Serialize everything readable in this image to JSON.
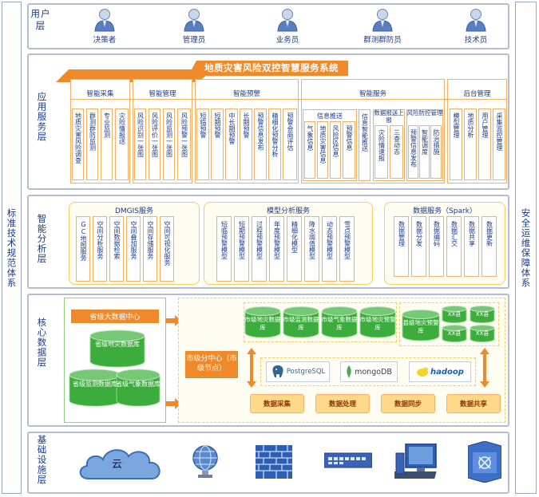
{
  "sides": {
    "left": "标准技术规范体系",
    "right": "安全运维保障体系"
  },
  "layers": {
    "user": "用户层",
    "application": "应用服务层",
    "analysis": "智能分析层",
    "core": "核心数据层",
    "infra": "基础设施层"
  },
  "users": [
    "决策者",
    "管理员",
    "业务员",
    "群测群防员",
    "技术员"
  ],
  "app": {
    "title": "地质灾害风险双控智慧服务系统",
    "groups": {
      "collect": "智能采集",
      "manage": "智能管理",
      "warn": "智能预警",
      "service": "智能服务",
      "backend": "后台管理",
      "info_push": "信息推送",
      "data_exchange": "数据报送上报",
      "risk_prevent": "风险防控管理"
    },
    "items": {
      "collect": [
        "地质灾害风险调查",
        "群测群防监测",
        "专业监测",
        "灾险情报送"
      ],
      "manage": [
        "风险识别一张图",
        "风险评价一张图",
        "风险监测一张图",
        "风险预警一张图"
      ],
      "warn": [
        "短临预警",
        "短期预警",
        "中长期预警",
        "长期预警",
        "预警信息发布",
        "精细化预警分析",
        "预警会商评估"
      ],
      "push": [
        "气象信息",
        "地质灾害信息",
        "风险区信息",
        "预警信息",
        "信息智能推送"
      ],
      "exchange": [
        "灾险情速报",
        "三查动态"
      ],
      "risk": [
        "预警信息发布",
        "智能调度",
        "防治措施"
      ],
      "backend": [
        "模型管理",
        "地质分析",
        "用户管理",
        "采集监控管理"
      ]
    }
  },
  "analysis": {
    "dmgis": {
      "title": "DMGIS服务",
      "items": [
        "GC地图服务",
        "空间分析服务",
        "空间数据检索",
        "空间叠加服务",
        "空间存储服务",
        "空间可视化服务"
      ]
    },
    "model": {
      "title": "模型分析服务",
      "items": [
        "短临预警模型",
        "短期预警模型",
        "过程预警模型",
        "年度预警模型",
        "精细化模型",
        "降水阈值模型",
        "动态预警模型",
        "雪点预警模型"
      ]
    },
    "data": {
      "title": "数据服务（Spark）",
      "items": [
        "数据管理",
        "数据分发",
        "数据编码",
        "数据汇交",
        "数据共享",
        "数据更新"
      ]
    }
  },
  "core": {
    "province_center": "省级大数据中心",
    "province_dbs": [
      "省级地灾数据库",
      "省级监测数据库",
      "省级气象数据库"
    ],
    "city_center": "市级分中心（市级节点）",
    "city_dbs": [
      "市级地灾数据库",
      "市级监测数据库",
      "市级气象数据库",
      "市级地灾预警库"
    ],
    "county_center": "县级地灾预警库",
    "county_dbs": [
      "XX县",
      "XX县",
      "XX县",
      "XX县"
    ],
    "tech": [
      "PostgreSQL",
      "mongoDB",
      "hadoop"
    ],
    "actions": [
      "数据采集",
      "数据处理",
      "数据同步",
      "数据共享"
    ]
  },
  "infra": {
    "cloud": "云"
  },
  "colors": {
    "orange": "#ef8a2a",
    "light_orange": "#f3b066",
    "db_green": "#3cad3c",
    "border": "#b4bdd0",
    "text": "#1b3a86"
  }
}
